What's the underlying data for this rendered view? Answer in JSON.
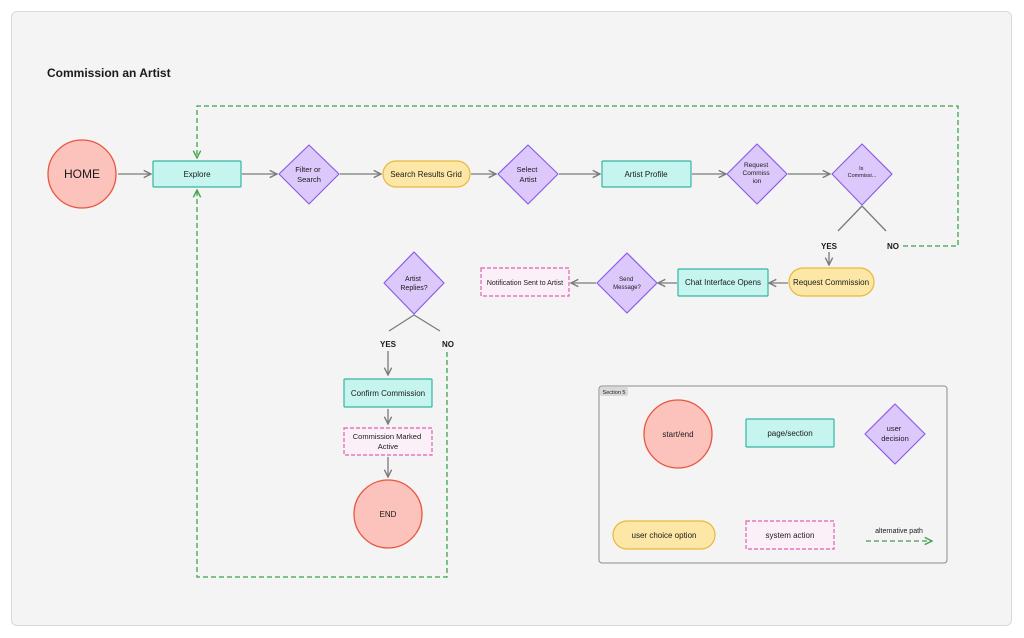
{
  "title": "Commission an Artist",
  "colors": {
    "start_end_fill": "#fcc3bd",
    "start_end_stroke": "#e9553f",
    "page_fill": "#c5f5ee",
    "page_stroke": "#35b5a3",
    "decision_fill": "#dcc8fa",
    "decision_stroke": "#8a5ee8",
    "option_fill": "#fde7a6",
    "option_stroke": "#e9b73a",
    "system_fill": "#fcf0f8",
    "system_stroke": "#e061b2",
    "alt_path": "#3ea34a",
    "arrow": "#7a7a7a"
  },
  "nodes": {
    "home": "HOME",
    "explore": "Explore",
    "filter_search": [
      "Filter or",
      "Search"
    ],
    "search_results": "Search Results Grid",
    "select_artist": [
      "Select",
      "Artist"
    ],
    "artist_profile": "Artist Profile",
    "request_commission_decision": [
      "Request",
      "Commiss",
      "ion"
    ],
    "is_commission": [
      "Is",
      "Commissi..."
    ],
    "request_commission": "Request Commission",
    "chat_interface": "Chat Interface Opens",
    "send_message": [
      "Send",
      "Message?"
    ],
    "notification_sent": "Notification Sent to Artist",
    "artist_replies": [
      "Artist",
      "Replies?"
    ],
    "confirm_commission": "Confirm Commission",
    "commission_marked": [
      "Commission Marked",
      "Active"
    ],
    "end": "END"
  },
  "branch_labels": {
    "yes": "YES",
    "no": "NO"
  },
  "legend": {
    "section_tag": "Section 5",
    "start_end": "start/end",
    "page_section": "page/section",
    "user_decision": [
      "user",
      "decision"
    ],
    "user_choice": "user choice option",
    "system_action": "system action",
    "alternative_path": "alternative path"
  }
}
